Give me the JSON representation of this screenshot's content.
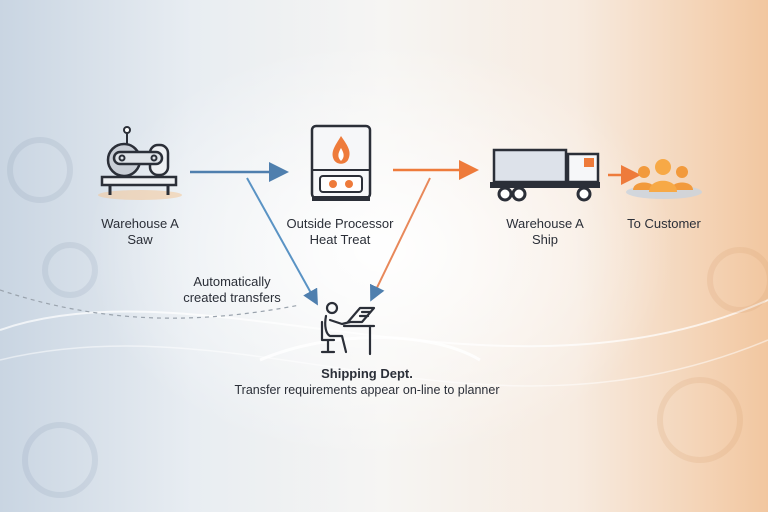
{
  "nodes": {
    "saw": {
      "line1": "Warehouse A",
      "line2": "Saw"
    },
    "heat_treat": {
      "line1": "Outside Processor",
      "line2": "Heat Treat"
    },
    "ship": {
      "line1": "Warehouse A",
      "line2": "Ship"
    },
    "customer": {
      "line1": "To Customer"
    },
    "shipping_dept": {
      "title": "Shipping Dept.",
      "subtitle": "Transfer requirements appear on-line to planner"
    }
  },
  "annotation": {
    "line1": "Automatically",
    "line2": "created transfers"
  },
  "colors": {
    "blue": "#4f7fae",
    "orange": "#ee7b3b",
    "dark": "#2b2f38"
  }
}
